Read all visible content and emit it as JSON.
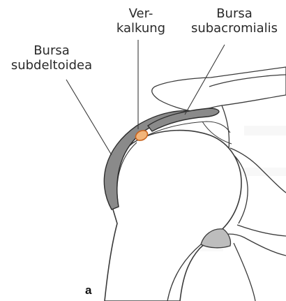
{
  "labels": {
    "verkalkung": {
      "line1": "Ver-",
      "line2": "kalkung"
    },
    "bursa_subacromialis": {
      "line1": "Bursa",
      "line2": "subacromialis"
    },
    "bursa_subdeltoidea": {
      "line1": "Bursa",
      "line2": "subdeltoidea"
    }
  },
  "panel_letter": "a",
  "colors": {
    "outline": "#3a3a3a",
    "bursa_fill": "#8a8a8a",
    "calcification_fill": "#f2b57a",
    "calcification_stroke": "#c8641e",
    "bone_texture": "#e9e9e9"
  }
}
